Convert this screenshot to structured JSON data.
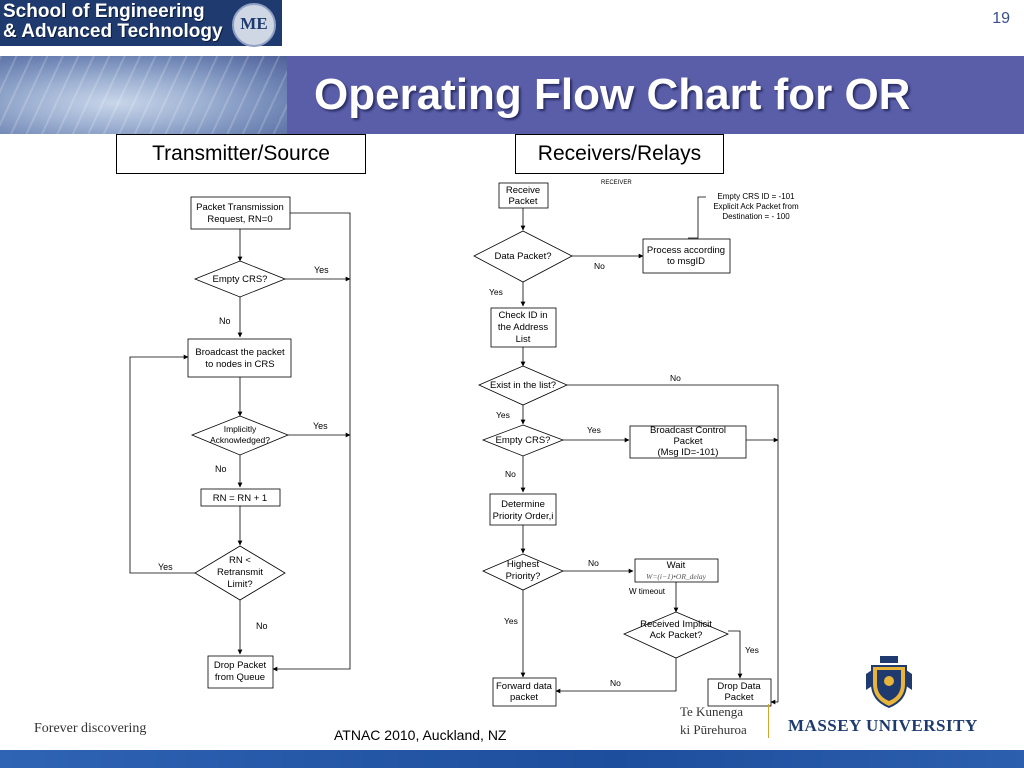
{
  "logo": {
    "line1": "School of Engineering",
    "line2": "& Advanced Technology",
    "emblem_text": "ME"
  },
  "slide": {
    "number": "19",
    "title": "Operating Flow Chart for OR"
  },
  "labels": {
    "transmitter": "Transmitter/Source",
    "receivers": "Receivers/Relays"
  },
  "transmitter_chart": {
    "n1a": "Packet Transmission",
    "n1b": "Request, RN=0",
    "d1": "Empty CRS?",
    "d1_yes": "Yes",
    "d1_no": "No",
    "n2a": "Broadcast the packet",
    "n2b": "to nodes in CRS",
    "d2a": "Implicitly",
    "d2b": "Acknowledged?",
    "d2_yes": "Yes",
    "d2_no": "No",
    "n3": "RN = RN + 1",
    "d3a": "RN <",
    "d3b": "Retransmit",
    "d3c": "Limit?",
    "d3_yes": "Yes",
    "d3_no": "No",
    "n4a": "Drop Packet",
    "n4b": "from Queue"
  },
  "receiver_chart": {
    "heading": "RECEIVER",
    "note1": "Empty CRS ID = -101",
    "note2": "Explicit Ack Packet from",
    "note3": "Destination = - 100",
    "r1a": "Receive",
    "r1b": "Packet",
    "rd1": "Data Packet?",
    "rd1_no": "No",
    "rd1_yes": "Yes",
    "r2a": "Process according",
    "r2b": "to msgID",
    "r3a": "Check ID in",
    "r3b": "the Address",
    "r3c": "List",
    "rd2": "Exist in the list?",
    "rd2_no": "No",
    "rd2_yes": "Yes",
    "rd3": "Empty CRS?",
    "rd3_yes": "Yes",
    "rd3_no": "No",
    "r4a": "Broadcast Control",
    "r4b": "Packet",
    "r4c": "(Msg ID=-101)",
    "r5a": "Determine",
    "r5b": "Priority Order,i",
    "rd4a": "Highest",
    "rd4b": "Priority?",
    "rd4_no": "No",
    "rd4_yes": "Yes",
    "r6a": "Wait",
    "r6b": "W=(i−1)•OR_delay",
    "timeout": "W timeout",
    "rd5a": "Received Implicit",
    "rd5b": "Ack Packet?",
    "rd5_yes": "Yes",
    "rd5_no": "No",
    "r7a": "Forward data",
    "r7b": "packet",
    "r8a": "Drop Data",
    "r8b": "Packet"
  },
  "footer": {
    "tagline": "Forever discovering",
    "event": "ATNAC 2010, Auckland, NZ",
    "maori_1": "Te Kunenga",
    "maori_2": "ki Pūrehuroa",
    "university": "MASSEY UNIVERSITY"
  },
  "colors": {
    "header": "#5a5ea8",
    "bottom_bar": "#2f63b3",
    "title_text": "#ffffff"
  }
}
